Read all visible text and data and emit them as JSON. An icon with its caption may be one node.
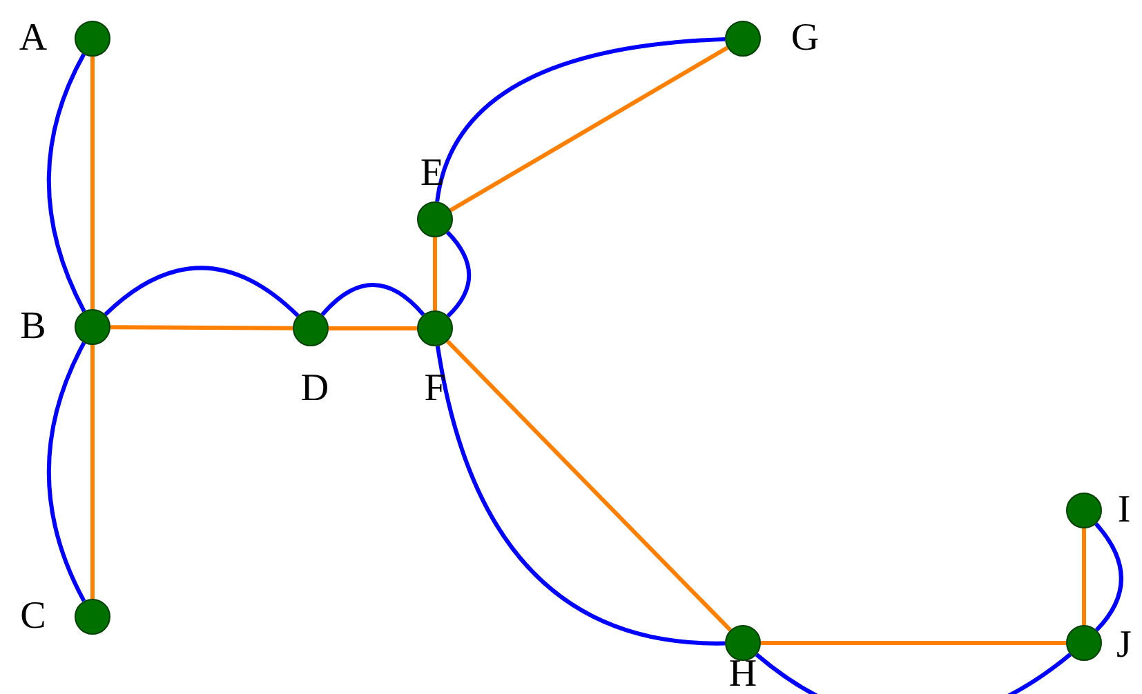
{
  "diagram": {
    "nodes": [
      {
        "text": [],
        "shape": "circle",
        "beside": [
          "A"
        ]
      },
      {
        "text": [],
        "shape": "circle",
        "beside": [
          "B"
        ]
      },
      {
        "text": [],
        "shape": "circle",
        "beside": [
          "C"
        ]
      },
      {
        "text": [],
        "shape": "circle",
        "beside": [
          "D"
        ]
      },
      {
        "text": [],
        "shape": "circle",
        "beside": [
          "E"
        ]
      },
      {
        "text": [],
        "shape": "circle",
        "beside": [
          "F"
        ]
      },
      {
        "text": [],
        "shape": "circle",
        "beside": [
          "G"
        ]
      },
      {
        "text": [],
        "shape": "circle",
        "beside": [
          "H"
        ]
      },
      {
        "text": [],
        "shape": "circle",
        "beside": [
          "I"
        ]
      },
      {
        "text": [],
        "shape": "circle",
        "beside": [
          "J"
        ]
      }
    ],
    "edges": [
      {
        "from": 0,
        "to": 1,
        "arrow": "none",
        "color": "#ff8000"
      },
      {
        "from": 0,
        "to": 1,
        "arrow": "none",
        "color": "#0000ff"
      },
      {
        "from": 1,
        "to": 2,
        "arrow": "none",
        "color": "#ff8000"
      },
      {
        "from": 1,
        "to": 2,
        "arrow": "none",
        "color": "#0000ff"
      },
      {
        "from": 1,
        "to": 3,
        "arrow": "none",
        "color": "#ff8000"
      },
      {
        "from": 1,
        "to": 3,
        "arrow": "none",
        "color": "#0000ff"
      },
      {
        "from": 3,
        "to": 5,
        "arrow": "none",
        "color": "#ff8000"
      },
      {
        "from": 3,
        "to": 5,
        "arrow": "none",
        "color": "#0000ff"
      },
      {
        "from": 4,
        "to": 5,
        "arrow": "none",
        "color": "#ff8000"
      },
      {
        "from": 4,
        "to": 5,
        "arrow": "none",
        "color": "#0000ff"
      },
      {
        "from": 4,
        "to": 6,
        "arrow": "none",
        "color": "#ff8000"
      },
      {
        "from": 4,
        "to": 6,
        "arrow": "none",
        "color": "#0000ff"
      },
      {
        "from": 5,
        "to": 7,
        "arrow": "none",
        "color": "#ff8000"
      },
      {
        "from": 5,
        "to": 7,
        "arrow": "none",
        "color": "#0000ff"
      },
      {
        "from": 7,
        "to": 9,
        "arrow": "none",
        "color": "#ff8000"
      },
      {
        "from": 7,
        "to": 9,
        "arrow": "none",
        "color": "#0000ff"
      },
      {
        "from": 8,
        "to": 9,
        "arrow": "none",
        "color": "#ff8000"
      },
      {
        "from": 8,
        "to": 9,
        "arrow": "none",
        "color": "#0000ff"
      }
    ]
  }
}
